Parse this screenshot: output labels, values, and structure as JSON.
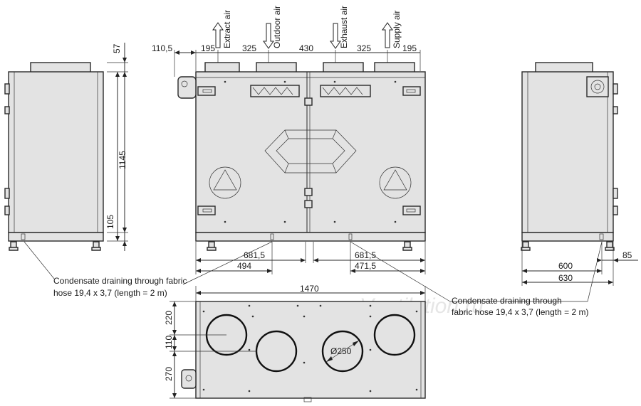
{
  "airflows": {
    "extract": "Extract air",
    "outdoor": "Outdoor air",
    "exhaust": "Exhaust air",
    "supply": "Supply air"
  },
  "top_dims": {
    "offset": "110,5",
    "d1": "195",
    "d2": "325",
    "d3": "430",
    "d4": "325",
    "d5": "195"
  },
  "left_view": {
    "spigot_height": "57",
    "height": "1145",
    "base_height": "105"
  },
  "front_view": {
    "left_long": "681,5",
    "left_short": "494",
    "right_long": "681,5",
    "right_short": "471,5"
  },
  "right_view": {
    "width_inner": "600",
    "width_total": "630",
    "side_offset": "85"
  },
  "bottom_view": {
    "length": "1470",
    "v1": "220",
    "v2": "110",
    "v3": "270",
    "diameter": "Ø250"
  },
  "notes": {
    "left_line1": "Condensate draining through fabric",
    "left_line2": "hose 19,4 x 3,7 (length = 2 m)",
    "right_line1": "Condensate draining through",
    "right_line2": "fabric hose 19,4 x 3,7 (length = 2 m)"
  },
  "watermark": "Ventilation.ru"
}
